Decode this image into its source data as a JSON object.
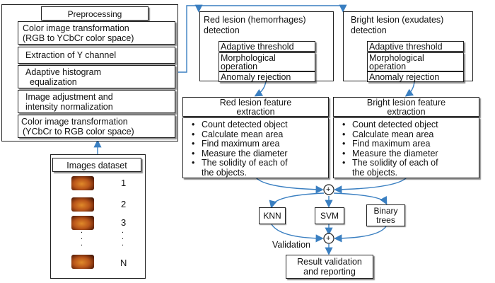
{
  "colors": {
    "arrow": "#3a7fc1",
    "border": "#222222",
    "thumb": "#b9551a"
  },
  "preprocessing": {
    "title": "Preprocessing",
    "steps": [
      {
        "line1": "Color image transformation",
        "line2": "(RGB  to YCbCr color space)"
      },
      {
        "line1": "Extraction of Y channel",
        "line2": ""
      },
      {
        "line1": "Adaptive histogram",
        "line2": "equalization"
      },
      {
        "line1": "Image adjustment and",
        "line2": "intensity normalization"
      },
      {
        "line1": "Color image transformation",
        "line2": "(YCbCr to RGB color space)"
      }
    ]
  },
  "dataset": {
    "title": "Images dataset",
    "labels": [
      "1",
      "2",
      "3",
      "N"
    ],
    "ellipsis": ".\n.\n."
  },
  "red_detection": {
    "title_line1": "Red lesion (hemorrhages)",
    "title_line2": "detection",
    "steps": [
      {
        "line1": "Adaptive threshold",
        "line2": ""
      },
      {
        "line1": "Morphological",
        "line2": "operation"
      },
      {
        "line1": "Anomaly rejection",
        "line2": ""
      }
    ]
  },
  "bright_detection": {
    "title_line1": "Bright lesion (exudates)",
    "title_line2": "detection",
    "steps": [
      {
        "line1": "Adaptive threshold",
        "line2": ""
      },
      {
        "line1": "Morphological",
        "line2": "operation"
      },
      {
        "line1": "Anomaly rejection",
        "line2": ""
      }
    ]
  },
  "red_features": {
    "title_line1": "Red lesion feature",
    "title_line2": "extraction",
    "items": [
      "Count detected object",
      "Calculate mean area",
      "Find maximum  area",
      "Measure the diameter",
      "The solidity of each of",
      "the objects."
    ]
  },
  "bright_features": {
    "title_line1": "Bright lesion feature",
    "title_line2": "extraction",
    "items": [
      "Count detected object",
      "Calculate mean area",
      "Find maximum  area",
      "Measure the diameter",
      "The solidity of each of",
      "the objects."
    ]
  },
  "sum_symbol": "+",
  "classifiers": {
    "knn": "KNN",
    "svm": "SVM",
    "bt_line1": "Binary",
    "bt_line2": "trees"
  },
  "validation_label": "Validation",
  "result": {
    "line1": "Result validation",
    "line2": "and reporting"
  }
}
